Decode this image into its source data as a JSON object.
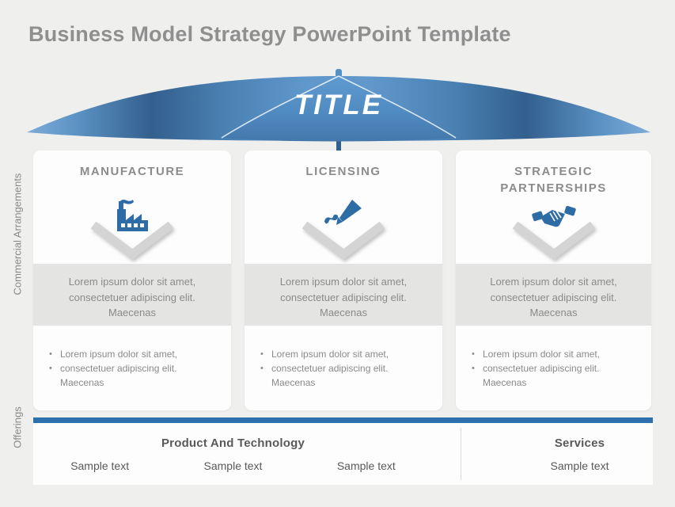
{
  "slide_title": "Business Model Strategy PowerPoint Template",
  "umbrella": {
    "label": "TITLE"
  },
  "side_labels": {
    "commercial": "Commercial Arrangements",
    "offerings": "Offerings"
  },
  "columns": [
    {
      "header": "MANUFACTURE",
      "icon": "factory-icon",
      "summary": "Lorem ipsum dolor sit amet, consectetuer adipiscing elit. Maecenas",
      "bullets": [
        "Lorem ipsum dolor sit amet,",
        "consectetuer adipiscing elit. Maecenas"
      ]
    },
    {
      "header": "LICENSING",
      "icon": "pen-icon",
      "summary": "Lorem ipsum dolor sit amet, consectetuer adipiscing elit. Maecenas",
      "bullets": [
        "Lorem ipsum dolor sit amet,",
        "consectetuer adipiscing elit. Maecenas"
      ]
    },
    {
      "header": "STRATEGIC PARTNERSHIPS",
      "icon": "handshake-icon",
      "summary": "Lorem ipsum dolor sit amet, consectetuer adipiscing elit. Maecenas",
      "bullets": [
        "Lorem ipsum dolor sit amet,",
        "consectetuer adipiscing elit. Maecenas"
      ]
    }
  ],
  "offerings_band": {
    "product_title": "Product And Technology",
    "product_samples": [
      "Sample text",
      "Sample text",
      "Sample text"
    ],
    "services_title": "Services",
    "services_sample": "Sample text"
  },
  "bullet_glyph": "•",
  "colors": {
    "accent_blue": "#2e70ad",
    "icon_blue": "#2d6ca5",
    "umbrella_dark": "#335f8d",
    "umbrella_light": "#6098cc",
    "text_gray": "#8a8a8a",
    "band_text": "#595959",
    "background": "#efefee"
  }
}
